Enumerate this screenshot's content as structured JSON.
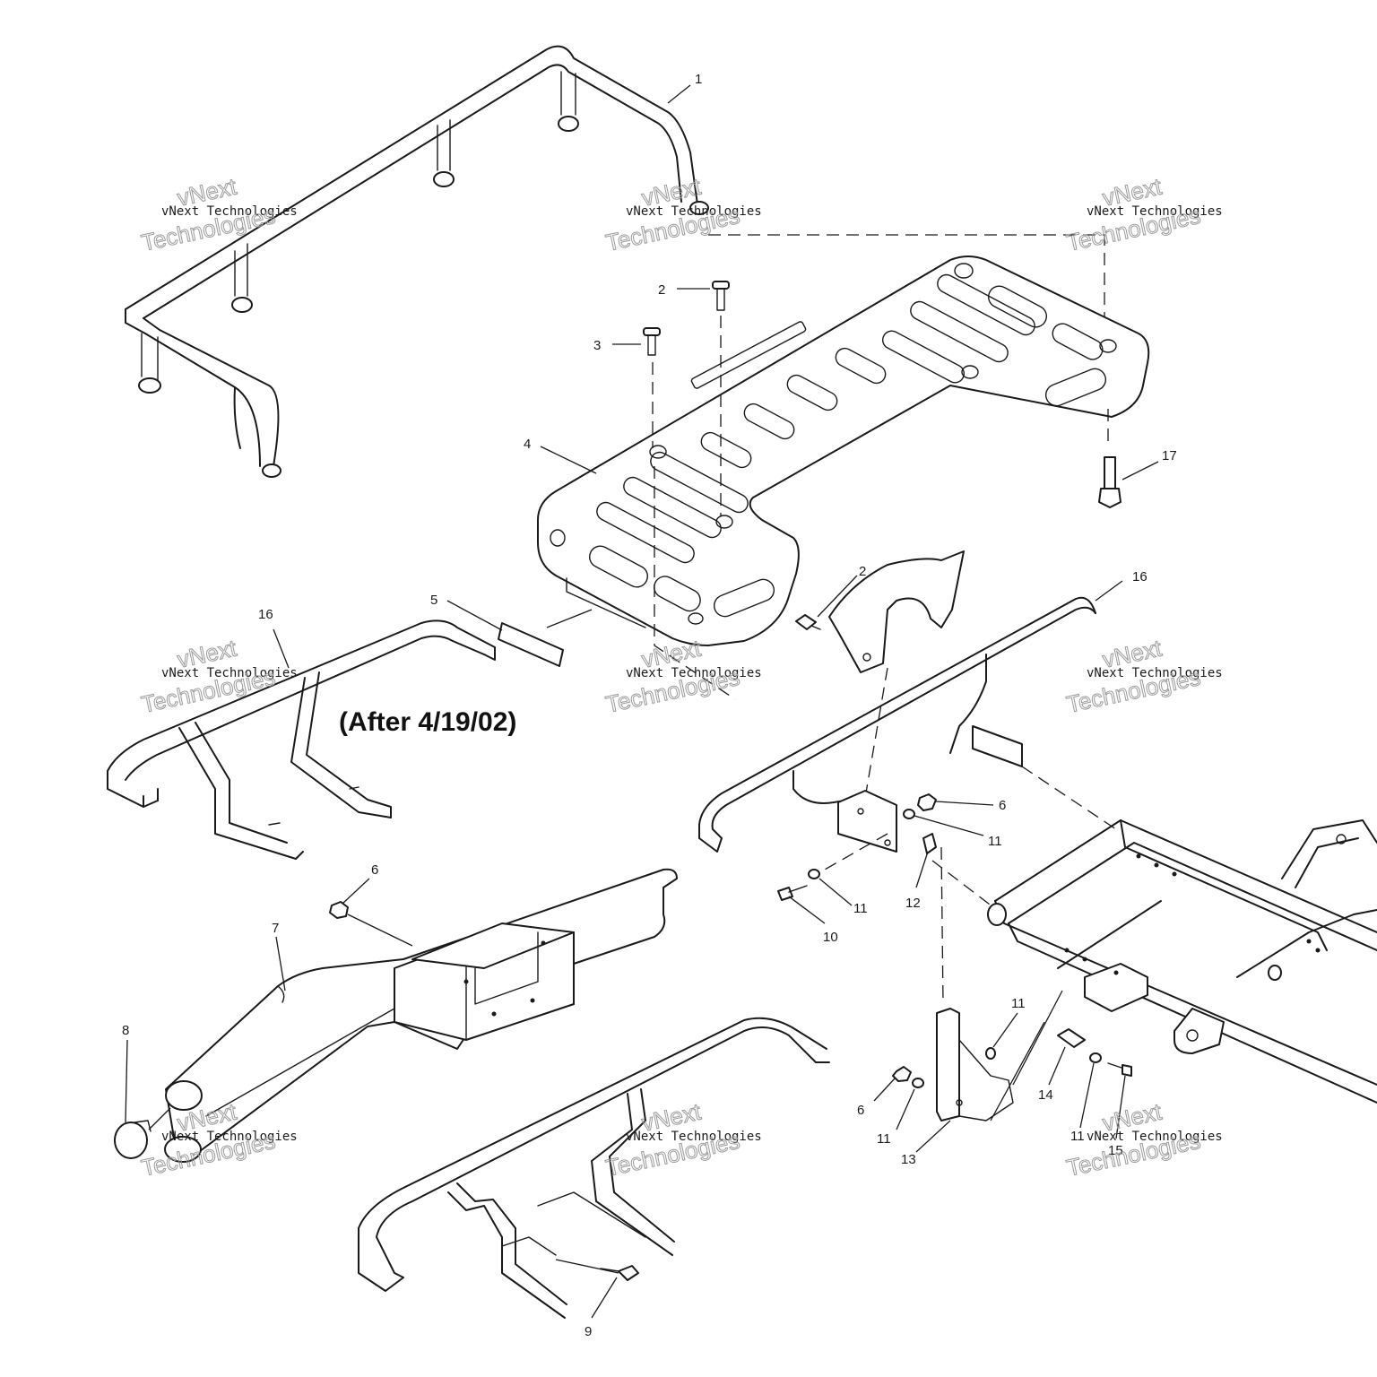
{
  "note": "(After 4/19/02)",
  "watermark": {
    "line_small": "vNext Technologies",
    "line_outline_top": "vNext",
    "line_outline_bottom": "Technologies"
  },
  "callouts": [
    "1",
    "2",
    "3",
    "4",
    "17",
    "2",
    "16",
    "5",
    "16",
    "6",
    "11",
    "12",
    "11",
    "10",
    "6",
    "7",
    "8",
    "11",
    "14",
    "6",
    "11",
    "13",
    "11",
    "15",
    "9"
  ]
}
